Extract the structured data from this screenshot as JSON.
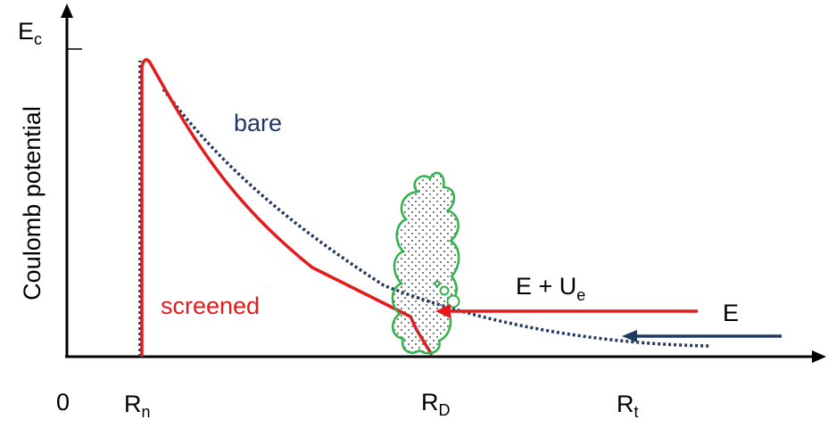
{
  "labels": {
    "energy_axis": "E",
    "energy_axis_sub": "c",
    "potential_axis": "Coulomb potential",
    "origin": "0",
    "rn": "R",
    "rn_sub": "n",
    "rd": "R",
    "rd_sub": "D",
    "rt": "R",
    "rt_sub": "t",
    "bare": "bare",
    "screened": "screened",
    "e_plus_ue": "E + U",
    "e_plus_ue_sub": "e",
    "e": "E"
  },
  "colors": {
    "axis": "#000000",
    "screened": "#e41a1c",
    "bare": "#1f3864",
    "cloud_outline": "#2db34a",
    "cloud_dots": "#555555"
  }
}
